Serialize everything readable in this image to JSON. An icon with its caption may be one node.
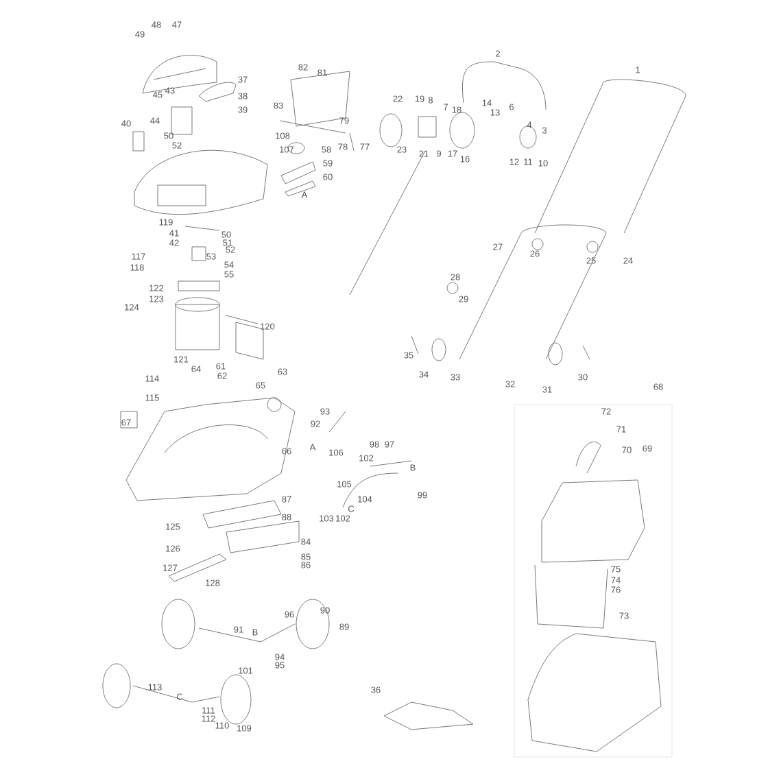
{
  "diagram": {
    "labels": [
      "49",
      "48",
      "47",
      "45",
      "43",
      "37",
      "38",
      "39",
      "40",
      "44",
      "50",
      "52",
      "82",
      "81",
      "83",
      "79",
      "108",
      "78",
      "77",
      "107",
      "58",
      "59",
      "60",
      "A",
      "2",
      "1",
      "22",
      "19",
      "8",
      "7",
      "18",
      "14",
      "13",
      "6",
      "4",
      "3",
      "23",
      "21",
      "9",
      "17",
      "16",
      "12",
      "11",
      "10",
      "119",
      "41",
      "42",
      "50",
      "51",
      "52",
      "117",
      "53",
      "118",
      "54",
      "55",
      "27",
      "26",
      "25",
      "24",
      "122",
      "123",
      "124",
      "28",
      "29",
      "120",
      "121",
      "64",
      "61",
      "62",
      "63",
      "114",
      "65",
      "115",
      "35",
      "34",
      "33",
      "30",
      "32",
      "31",
      "68",
      "67",
      "93",
      "92",
      "72",
      "71",
      "98",
      "97",
      "A",
      "106",
      "102",
      "70",
      "69",
      "66",
      "B",
      "105",
      "99",
      "104",
      "C",
      "87",
      "88",
      "103",
      "102",
      "125",
      "84",
      "126",
      "85",
      "86",
      "127",
      "128",
      "75",
      "74",
      "76",
      "90",
      "96",
      "73",
      "89",
      "91",
      "B",
      "94",
      "95",
      "101",
      "113",
      "36",
      "C",
      "111",
      "112",
      "110",
      "109"
    ]
  }
}
